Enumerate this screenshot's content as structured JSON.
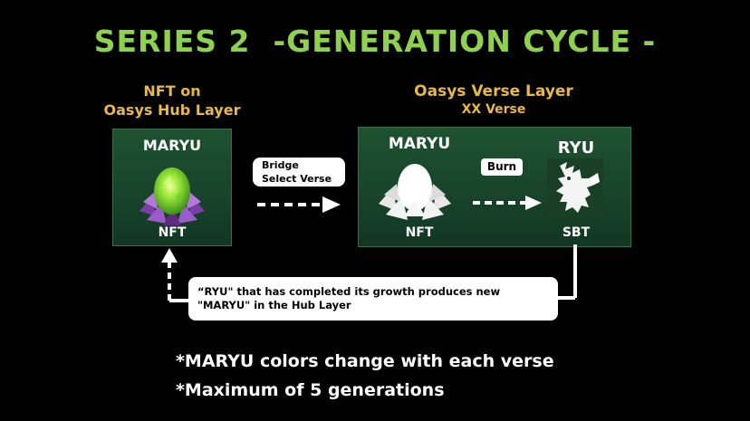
{
  "title": "SERIES 2  -GENERATION CYCLE -",
  "hub": {
    "heading_line1": "NFT on",
    "heading_line2": "Oasys Hub Layer",
    "panel_name": "MARYU",
    "panel_type": "NFT"
  },
  "verse": {
    "heading_line1": "Oasys Verse Layer",
    "heading_line2": "XX Verse",
    "maryu_name": "MARYU",
    "maryu_type": "NFT",
    "burn_label": "Burn",
    "ryu_name": "RYU",
    "ryu_type": "SBT"
  },
  "bridge": {
    "line1": "Bridge",
    "line2": "Select Verse"
  },
  "cycle_note": {
    "line1": "“RYU\" that has completed its growth produces new",
    "line2": "\"MARYU\" in the Hub Layer"
  },
  "notes": [
    "*MARYU colors change with each verse",
    "*Maximum of 5 generations"
  ],
  "colors": {
    "title": "#8fd14f",
    "heading": "#e8b84a",
    "panel": "#1f5230",
    "egg": "#8fe03a"
  },
  "icons": [
    "green-egg-icon",
    "white-egg-icon",
    "dragon-silhouette-icon",
    "dashed-arrow-icon"
  ]
}
